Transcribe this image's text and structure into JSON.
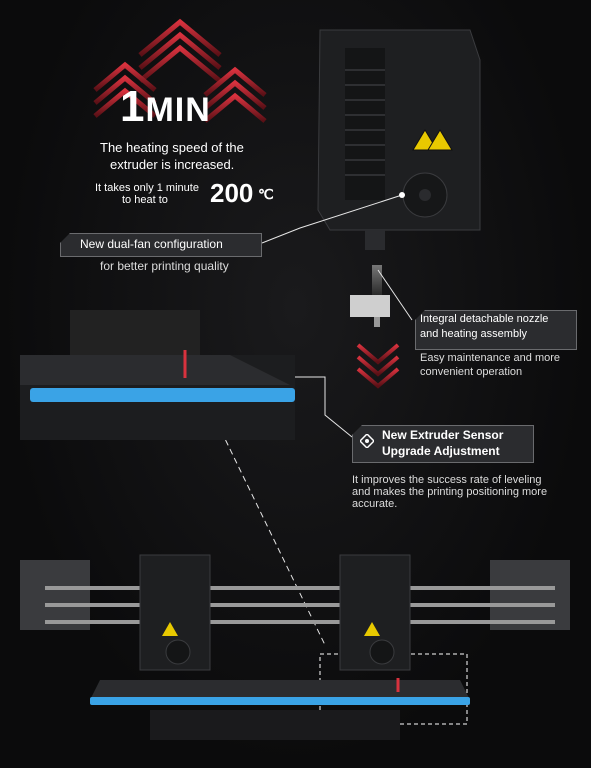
{
  "heating": {
    "big_number": "1",
    "big_unit": "MIN",
    "line1": "The heating speed of the",
    "line2": "extruder is increased.",
    "detail_line1": "It takes only 1 minute",
    "detail_line2": "to heat to",
    "temperature": "200",
    "temperature_unit": "℃"
  },
  "callouts": {
    "fan": {
      "title": "New dual-fan configuration",
      "subtitle": "for better printing quality"
    },
    "nozzle": {
      "title_line1": "Integral detachable nozzle",
      "title_line2": "and heating assembly",
      "subtitle_line1": "Easy maintenance and more",
      "subtitle_line2": "convenient operation"
    },
    "sensor": {
      "title_line1": "New Extruder Sensor",
      "title_line2": "Upgrade Adjustment",
      "subtitle_line1": "It improves the success rate of leveling",
      "subtitle_line2": "and makes the printing positioning more",
      "subtitle_line3": "accurate."
    }
  },
  "colors": {
    "accent_red": "#c8323c",
    "bed_blue": "#3aa3e6",
    "panel": "#2b2c2f"
  },
  "icons": [
    "chevron-up-icon",
    "chevron-down-icon",
    "warning-icon",
    "fan-icon",
    "diamond-icon"
  ]
}
